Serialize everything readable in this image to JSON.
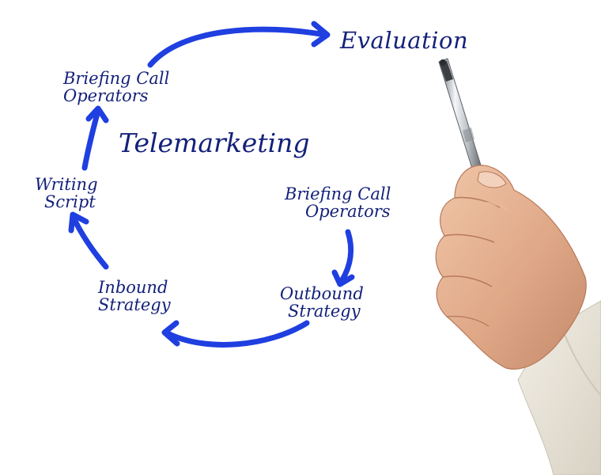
{
  "diagram": {
    "title": "Telemarketing",
    "goal": "Evaluation",
    "nodes": [
      {
        "id": "briefing-left",
        "line1": "Briefing Call",
        "line2": "Operators"
      },
      {
        "id": "writing-script",
        "line1": "Writing",
        "line2": "Script"
      },
      {
        "id": "inbound",
        "line1": "Inbound",
        "line2": "Strategy"
      },
      {
        "id": "outbound",
        "line1": "Outbound",
        "line2": "Strategy"
      },
      {
        "id": "briefing-right",
        "line1": "Briefing Call",
        "line2": "Operators"
      }
    ],
    "flow": [
      {
        "from": "briefing-right",
        "to": "outbound"
      },
      {
        "from": "outbound",
        "to": "inbound"
      },
      {
        "from": "inbound",
        "to": "writing-script"
      },
      {
        "from": "writing-script",
        "to": "briefing-left"
      },
      {
        "from": "briefing-left",
        "to": "evaluation"
      }
    ],
    "arrow_color": "#1f3fe0",
    "text_color": "#14217a"
  },
  "illustration": {
    "subject": "hand holding a silver pen"
  }
}
